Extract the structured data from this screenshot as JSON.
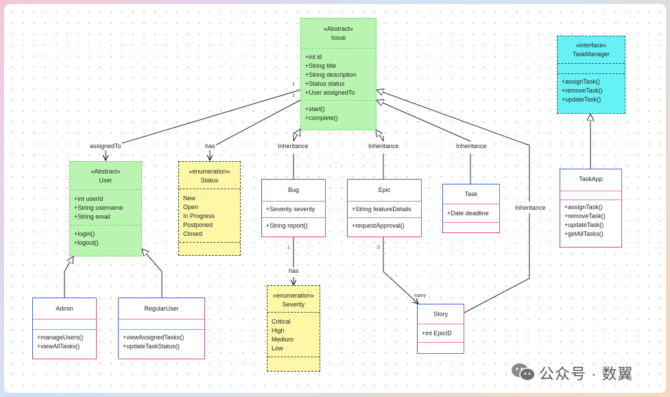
{
  "diagram": {
    "classes": {
      "issue": {
        "stereotype": "«Abstract»",
        "name": "Issue",
        "attributes": [
          "+int id",
          "+String title",
          "+String description",
          "+Status status",
          "+User assignedTo"
        ],
        "methods": [
          "+start()",
          "+complete()"
        ]
      },
      "taskmanager": {
        "stereotype": "«interface»",
        "name": "TaskManager",
        "attributes": [],
        "methods": [
          "+assignTask()",
          "+removeTask()",
          "+updateTask()"
        ]
      },
      "user": {
        "stereotype": "«Abstract»",
        "name": "User",
        "attributes": [
          "+int userId",
          "+String username",
          "+String email"
        ],
        "methods": [
          "+login()",
          "+logout()"
        ]
      },
      "status": {
        "stereotype": "«enumeration»",
        "name": "Status",
        "values": [
          "New",
          "Open",
          "In Progress",
          "Postponed",
          "Closed"
        ]
      },
      "bug": {
        "name": "Bug",
        "attributes": [
          "+Severity severity"
        ],
        "methods": [
          "+String report()"
        ]
      },
      "epic": {
        "name": "Epic",
        "attributes": [
          "+String featureDetails"
        ],
        "methods": [
          "+requestApproval()"
        ]
      },
      "task": {
        "name": "Task",
        "attributes": [
          "+Date deadline"
        ],
        "methods": []
      },
      "taskapp": {
        "name": "TaskApp",
        "attributes": [],
        "methods": [
          "+assignTask()",
          "+removeTask()",
          "+updateTask()",
          "+getAllTasks()"
        ]
      },
      "severity": {
        "stereotype": "«enumeration»",
        "name": "Severity",
        "values": [
          "Critical",
          "High",
          "Medium",
          "Low"
        ]
      },
      "admin": {
        "name": "Admin",
        "attributes": [],
        "methods": [
          "+manageUsers()",
          "+viewAllTasks()"
        ]
      },
      "regularuser": {
        "name": "RegularUser",
        "attributes": [],
        "methods": [
          "+viewAssignedTasks()",
          "+updateTaskStatus()"
        ]
      },
      "story": {
        "name": "Story",
        "attributes": [
          "+int EpicID"
        ],
        "methods": []
      }
    },
    "edge_labels": {
      "assigned_to": "assignedTo",
      "has_status": "has",
      "has_severity": "has",
      "inh_bug": "Inheritance",
      "inh_epic": "Inheritance",
      "inh_task": "Inheritance",
      "inh_story": "Inheritance"
    },
    "multiplicities": {
      "issue_user": "1",
      "issue_status": "1",
      "bug_severity": "1",
      "epic_story_from": "0",
      "epic_story_to": "many"
    }
  },
  "watermark": {
    "text": "公众号 · 数翼",
    "icon": "wechat-icon"
  },
  "colors": {
    "abstract_fill": "#b9f5b0",
    "interface_fill": "#66f1f5",
    "enum_fill": "#fdf7a6",
    "class_border": "#3b5bd6",
    "class_accent": "#e0457b"
  }
}
